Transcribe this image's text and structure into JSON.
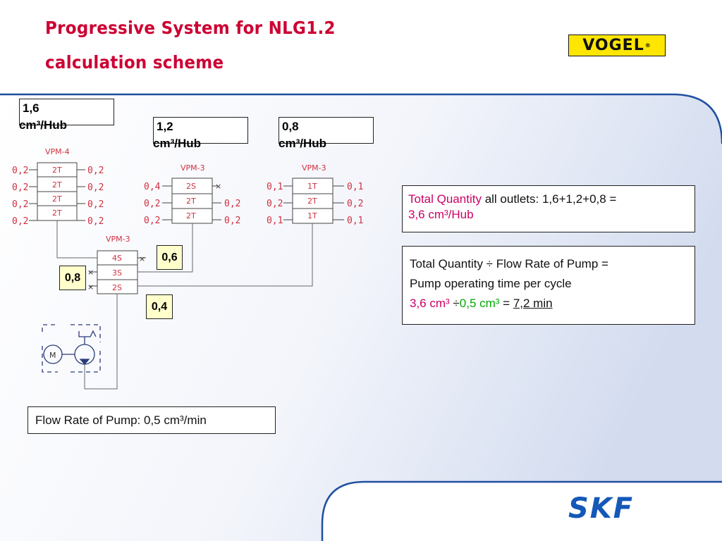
{
  "slide": {
    "title_line1": "Progressive System for NLG1.2",
    "title_line2": "calculation scheme",
    "logo_top": "VOGEL",
    "logo_top_mark": "®",
    "logo_bottom": "SKF"
  },
  "colors": {
    "title": "#cc0033",
    "diagram_lines": "#d03040",
    "highlight": "#cc0066",
    "green": "#00aa00",
    "panel_border": "#1f4fa0",
    "label_fill": "#ffffcc"
  },
  "quantity_boxes": [
    {
      "value": "1,6",
      "unit": "cm³/Hub"
    },
    {
      "value": "1,2",
      "unit": "cm³/Hub"
    },
    {
      "value": "0,8",
      "unit": "cm³/Hub"
    }
  ],
  "diagram": {
    "motor_label": "M",
    "main_distributor": {
      "name": "VPM-3",
      "blocks": [
        "4S",
        "3S",
        "2S"
      ],
      "outputs": {
        "top": "0,6",
        "middle_left": "0,8",
        "bottom": "0,4"
      }
    },
    "distributor_1": {
      "name": "VPM-4",
      "blocks": [
        "2T",
        "2T",
        "2T",
        "2T"
      ],
      "left": [
        "0,2",
        "0,2",
        "0,2",
        "0,2"
      ],
      "right": [
        "0,2",
        "0,2",
        "0,2",
        "0,2"
      ]
    },
    "distributor_2": {
      "name": "VPM-3",
      "blocks": [
        "2S",
        "2T",
        "2T"
      ],
      "left": [
        "0,4",
        "0,2",
        "0,2"
      ],
      "right": [
        "",
        "0,2",
        "0,2"
      ]
    },
    "distributor_3": {
      "name": "VPM-3",
      "blocks": [
        "1T",
        "2T",
        "1T"
      ],
      "left": [
        "0,1",
        "0,2",
        "0,1"
      ],
      "right": [
        "0,1",
        "0,2",
        "0,1"
      ]
    }
  },
  "total_box": {
    "label": "Total Quantity",
    "text": "all outlets: 1,6+1,2+0,8 =",
    "result": "3,6 cm³/Hub"
  },
  "formula_box": {
    "line1": "Total Quantity ÷ Flow Rate of Pump =",
    "line2": "Pump operating time per cycle",
    "qty": "3,6 cm³",
    "div": "÷",
    "rate": "0,5 cm³",
    "eq": " = ",
    "result": "7,2 min"
  },
  "pump_box": {
    "text": "Flow Rate of Pump: 0,5 cm³/min"
  }
}
